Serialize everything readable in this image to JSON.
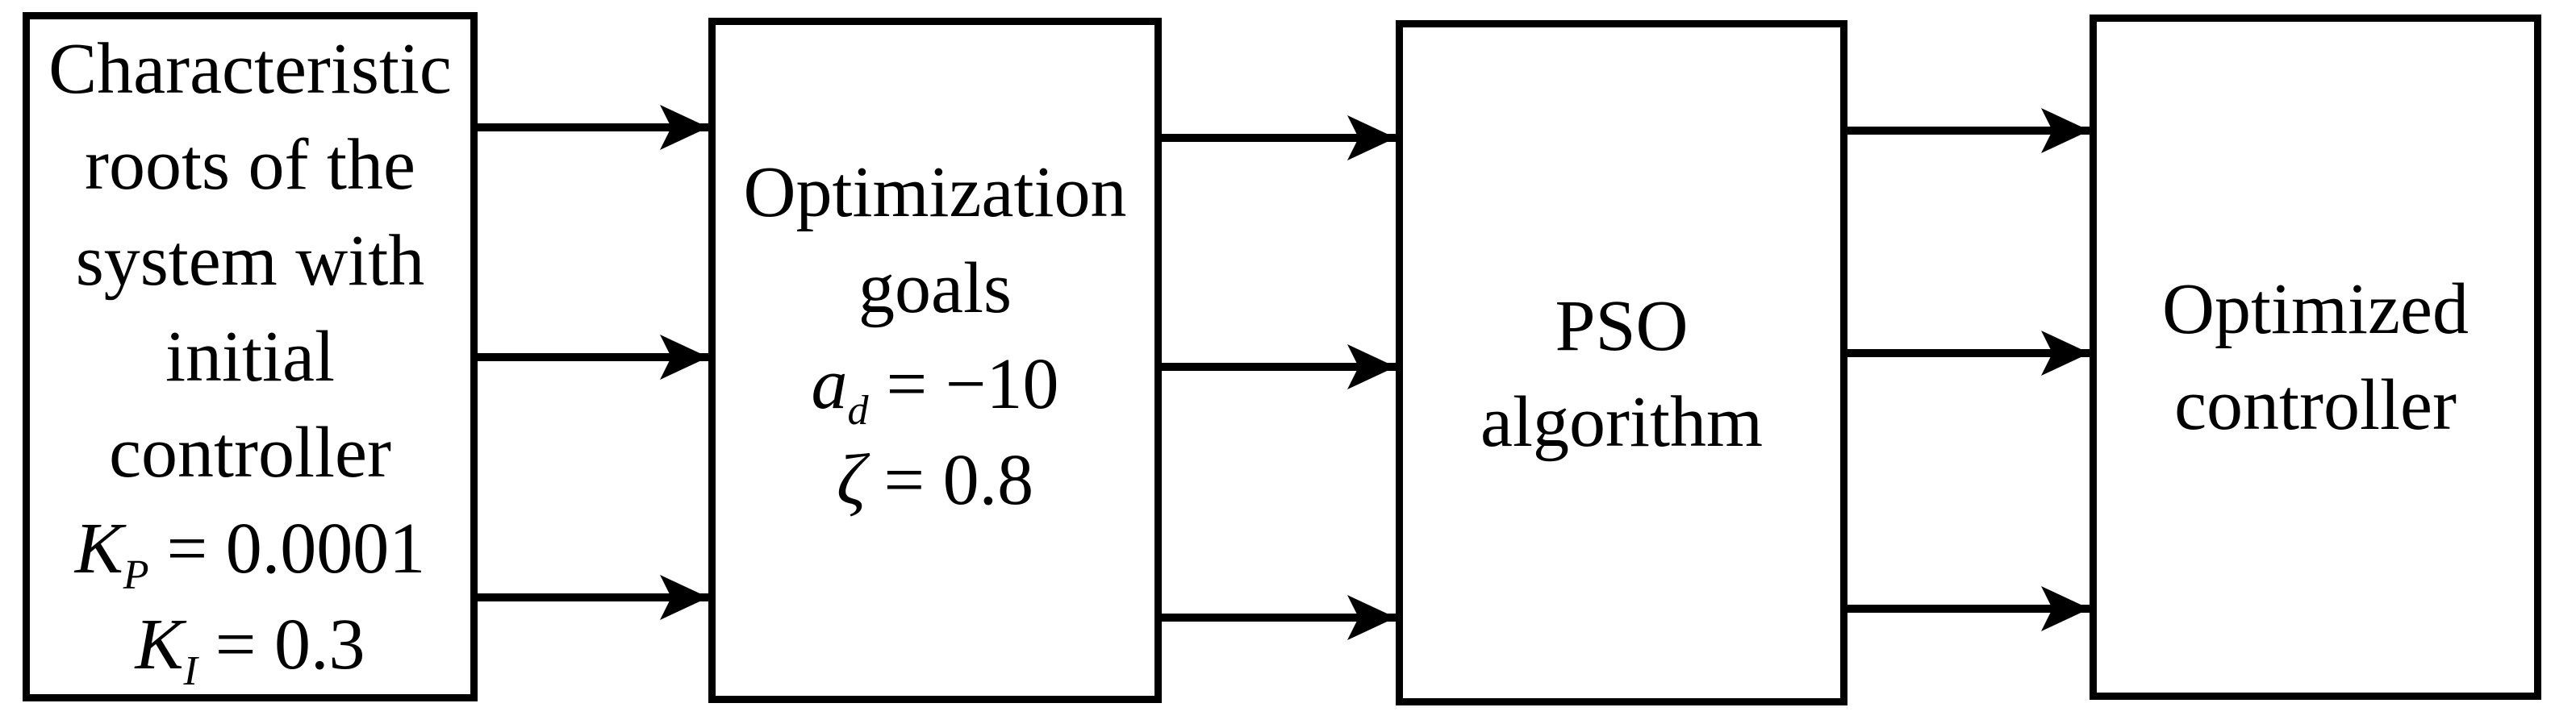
{
  "figure": {
    "background": "#ffffff",
    "line_color": "#000000",
    "boxes": [
      {
        "name": "characteristic-roots",
        "lines": [
          "Characteristic",
          "roots of the",
          "system with",
          "initial",
          "controller"
        ],
        "params": [
          {
            "var": "K",
            "sub": "P",
            "eq": "= 0.0001"
          },
          {
            "var": "K",
            "sub": "I",
            "eq": "= 0.3"
          }
        ]
      },
      {
        "name": "optimization-goals",
        "lines": [
          "Optimization",
          "goals"
        ],
        "params": [
          {
            "var": "a",
            "sub": "d",
            "eq": "= −10"
          },
          {
            "var": "ζ",
            "sub": "",
            "eq": "= 0.8"
          }
        ]
      },
      {
        "name": "pso-algorithm",
        "lines": [
          "PSO",
          "algorithm"
        ],
        "params": []
      },
      {
        "name": "optimized-controller",
        "lines": [
          "Optimized",
          "controller"
        ],
        "params": []
      }
    ]
  }
}
